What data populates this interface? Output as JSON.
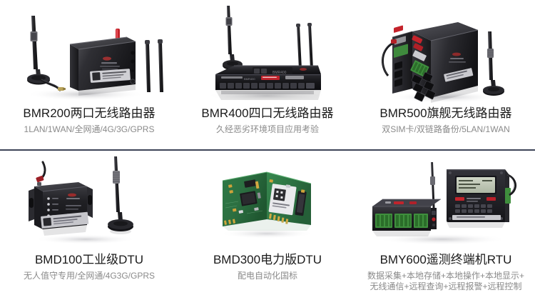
{
  "page": {
    "background_color": "#ffffff",
    "divider_color": "#3d4458",
    "title_color": "#1a1a1a",
    "subtitle_color": "#8a8a8a"
  },
  "rows": [
    {
      "products": [
        {
          "image_name": "bmr200-router-photo",
          "title": "BMR200两口无线路由器",
          "subtitle": "1LAN/1WAN/全网通/4G/3G/GPRS"
        },
        {
          "image_name": "bmr400-router-photo",
          "title": "BMR400四口无线路由器",
          "subtitle": "久经恶劣环境项目应用考验"
        },
        {
          "image_name": "bmr500-router-photo",
          "title": "BMR500旗舰无线路由器",
          "subtitle": "双SIM卡/双链路备份/5LAN/1WAN"
        }
      ]
    },
    {
      "products": [
        {
          "image_name": "bmd100-dtu-photo",
          "title": "BMD100工业级DTU",
          "subtitle": "无人值守专用/全网通/4G3G/GPRS"
        },
        {
          "image_name": "bmd300-dtu-photo",
          "title": "BMD300电力版DTU",
          "subtitle": "配电自动化国标"
        },
        {
          "image_name": "bmy600-rtu-photo",
          "title": "BMY600遥测终端机RTU",
          "subtitle": "数据采集+本地存储+本地操作+本地显示+",
          "subtitle_line2": "无线通信+远程查询+远程报警+远程控制"
        }
      ]
    }
  ]
}
